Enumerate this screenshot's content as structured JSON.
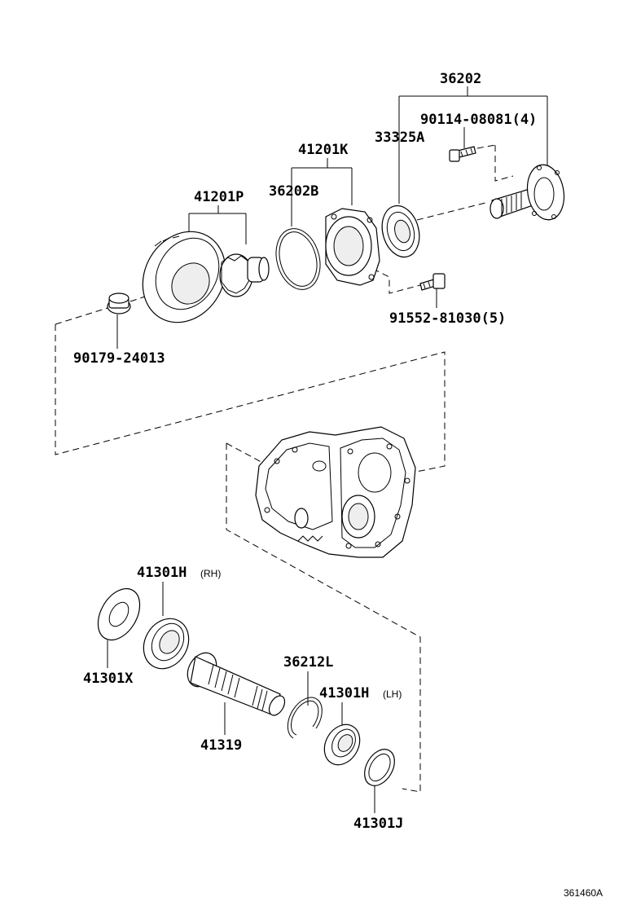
{
  "labels": {
    "p36202": "36202",
    "p90114": "90114-08081(4)",
    "p33325A": "33325A",
    "p41201K": "41201K",
    "p41201P": "41201P",
    "p36202B": "36202B",
    "p91552": "91552-81030(5)",
    "p90179": "90179-24013",
    "p41301H_rh": "41301H",
    "p41301H_rh_side": "(RH)",
    "p41301X": "41301X",
    "p36212L": "36212L",
    "p41301H_lh": "41301H",
    "p41301H_lh_side": "(LH)",
    "p41319": "41319",
    "p41301J": "41301J"
  },
  "figure_ref": "361460A"
}
